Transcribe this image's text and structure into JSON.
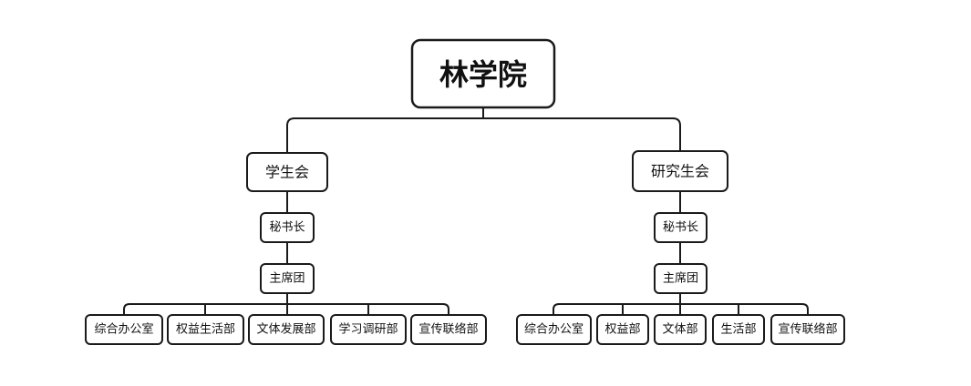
{
  "root": {
    "label": "林学院"
  },
  "branches": [
    {
      "name": "学生会",
      "secretary": "秘书长",
      "presidium": "主席团",
      "departments": [
        "综合办公室",
        "权益生活部",
        "文体发展部",
        "学习调研部",
        "宣传联络部"
      ]
    },
    {
      "name": "研究生会",
      "secretary": "秘书长",
      "presidium": "主席团",
      "departments": [
        "综合办公室",
        "权益部",
        "文体部",
        "生活部",
        "宣传联络部"
      ]
    }
  ]
}
